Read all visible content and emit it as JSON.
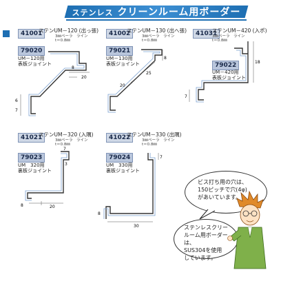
{
  "header": {
    "small_label": "ステンレス",
    "title": "クリーンルーム用ボーダー"
  },
  "products": [
    {
      "code": "41001",
      "name": "ステンUM－120",
      "type": "(出っ張)",
      "line": "3㎜ペーラ　ライン",
      "thickness": "t＝0.8㎜",
      "joint_code": "79020",
      "joint_label": "UM－120用",
      "joint_name": "表板ジョイント"
    },
    {
      "code": "41002",
      "name": "ステンUM－130",
      "type": "(出へ張)",
      "line": "3㎜ペーラ　ライン",
      "thickness": "t＝0.8㎜",
      "joint_code": "79021",
      "joint_label": "UM－130用",
      "joint_name": "表板ジョイント"
    },
    {
      "code": "41031",
      "name": "ステンUM－420",
      "type": "(入ポ)",
      "line": "3㎜ペーラ　ライン",
      "thickness": "t＝0.8㎜",
      "joint_code": "79022",
      "joint_label": "UM－420用",
      "joint_name": "表板ジョイント"
    },
    {
      "code": "41021",
      "name": "ステンUM－320",
      "type": "(入隅)",
      "line": "3㎜ペーラ　ライン",
      "thickness": "t＝0.8㎜",
      "joint_code": "79023",
      "joint_label": "UM　320用",
      "joint_name": "裏板ジョイント"
    },
    {
      "code": "41022",
      "name": "ステンUM－330",
      "type": "(出隅)",
      "line": "3㎜ペーラ　ライン",
      "thickness": "t＝0.8㎜",
      "joint_code": "79024",
      "joint_label": "UM　330用",
      "joint_name": "裏板ジョイント"
    }
  ],
  "dimensions": {
    "d1": "8",
    "d2": "20",
    "d3": "6",
    "d4": "7",
    "d5": "8",
    "d6": "25",
    "d7": "20",
    "d8": "18",
    "d9": "7",
    "d10": "7",
    "d11": "3",
    "d12": "8",
    "d13": "20",
    "d14": "7",
    "d15": "8",
    "d16": "30"
  },
  "bubble1": [
    "ビス打ち用の穴は、",
    "150ピッチで穴(4φ)",
    "があいています。"
  ],
  "bubble2": [
    "ステンレスクリー",
    "ルーム用ボーダーは、",
    "SUS304を使用",
    "しています。"
  ],
  "colors": {
    "accent": "#1e6fb3",
    "code_bg": "#cfd8e6"
  }
}
